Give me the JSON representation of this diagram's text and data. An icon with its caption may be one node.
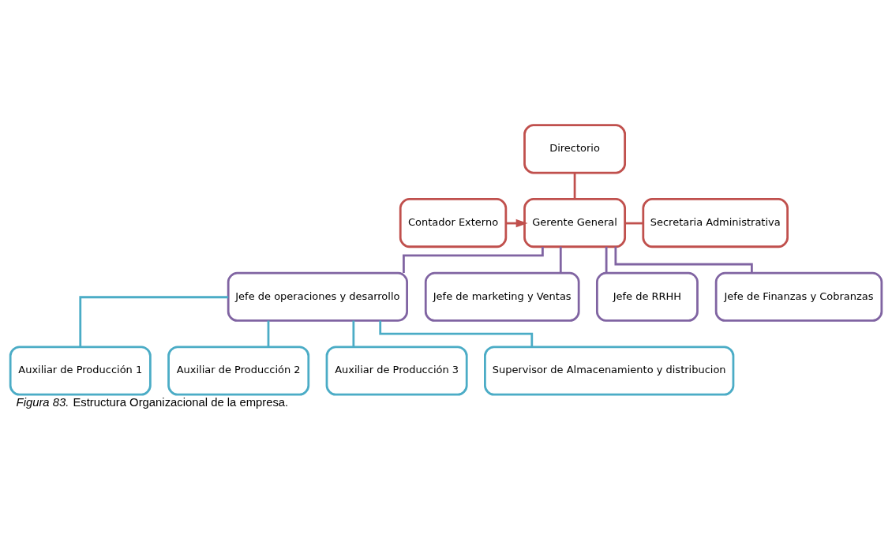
{
  "diagram": {
    "caption": "*Figura 83.* Estructura Organizacional de la empresa.",
    "nodes": [
      {
        "text": [
          "Directorio"
        ]
      },
      {
        "text": [
          "Contador Externo"
        ]
      },
      {
        "text": [
          "Gerente General"
        ]
      },
      {
        "text": [
          "Secretaria Administrativa"
        ]
      },
      {
        "text": [
          "Jefe de operaciones y desarrollo"
        ]
      },
      {
        "text": [
          "Jefe de marketing y Ventas"
        ]
      },
      {
        "text": [
          "Jefe de RRHH"
        ]
      },
      {
        "text": [
          "Jefe de Finanzas y Cobranzas"
        ]
      },
      {
        "text": [
          "Auxiliar de Producción 1"
        ]
      },
      {
        "text": [
          "Auxiliar de Producción 2"
        ]
      },
      {
        "text": [
          "Auxiliar de Producción 3"
        ]
      },
      {
        "text": [
          "Supervisor de Almacenamiento y distribucion"
        ]
      }
    ],
    "edges": [
      {
        "from": 0,
        "to": 2,
        "arrow": "none",
        "color": "#c0504d"
      },
      {
        "from": 1,
        "to": 2,
        "arrow": "to",
        "color": "#c0504d"
      },
      {
        "from": 2,
        "to": 3,
        "arrow": "none",
        "color": "#c0504d"
      },
      {
        "from": 2,
        "to": 4,
        "arrow": "none",
        "color": "#8064a2"
      },
      {
        "from": 2,
        "to": 5,
        "arrow": "none",
        "color": "#8064a2"
      },
      {
        "from": 2,
        "to": 6,
        "arrow": "none",
        "color": "#8064a2"
      },
      {
        "from": 2,
        "to": 7,
        "arrow": "none",
        "color": "#8064a2"
      },
      {
        "from": 4,
        "to": 8,
        "arrow": "none",
        "color": "#4bacc6"
      },
      {
        "from": 4,
        "to": 9,
        "arrow": "none",
        "color": "#4bacc6"
      },
      {
        "from": 4,
        "to": 10,
        "arrow": "none",
        "color": "#4bacc6"
      },
      {
        "from": 4,
        "to": 11,
        "arrow": "none",
        "color": "#4bacc6"
      }
    ]
  }
}
